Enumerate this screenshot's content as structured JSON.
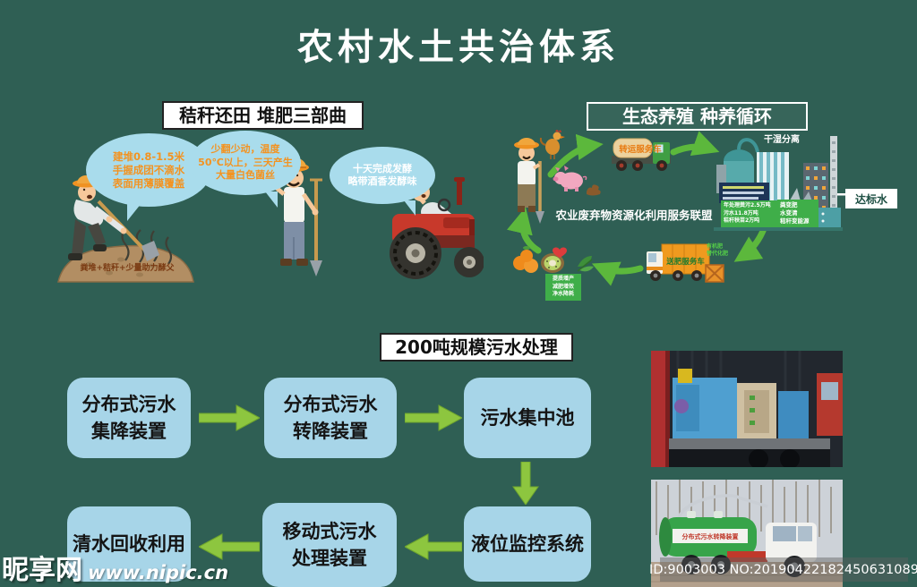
{
  "poster": {
    "title": "农村水土共治体系"
  },
  "compost_section": {
    "header": "秸秆还田 堆肥三部曲",
    "bubble1": {
      "line1": "建堆0.8-1.5米",
      "line2": "手握成团不滴水",
      "line3": "表面用薄膜覆盖"
    },
    "bubble2": {
      "line1": "少翻少动，温度",
      "line2": "50℃以上，三天产生",
      "line3": "大量白色菌丝"
    },
    "bubble3": {
      "line1": "十天完成发酵",
      "line2": "略带酒香发酵味"
    },
    "pile_label": "粪堆+秸秆+少量助力酵父"
  },
  "ecology_section": {
    "header": "生态养殖 种养循环",
    "alliance_label": "农业废弃物资源化利用服务联盟",
    "transfer_truck_label": "转运服务车",
    "fertilizer_truck_label": "送肥服务车",
    "separation_label": "干湿分离",
    "clean_water_label": "达标水",
    "capacity_box": {
      "line1": "年处理粪污2.5万吨",
      "line2": "污水11.8万吨",
      "line3": "秸秆秧苗2万吨"
    },
    "transform_box": {
      "line1": "粪变肥",
      "line2": "水变清",
      "line3": "秸秆变能源"
    },
    "crop_box": {
      "line1": "提质增产",
      "line2": "减肥增效",
      "line3": "净水降耗"
    },
    "field_note": {
      "line1": "有机肥",
      "line2": "替代化肥"
    }
  },
  "treatment_section": {
    "header": "200吨规模污水处理",
    "box1": {
      "line1": "分布式污水",
      "line2": "集降装置"
    },
    "box2": {
      "line1": "分布式污水",
      "line2": "转降装置"
    },
    "box3": {
      "line1": "污水集中池"
    },
    "box4": {
      "line1": "液位监控系统"
    },
    "box5": {
      "line1": "移动式污水",
      "line2": "处理装置"
    },
    "box6": {
      "line1": "清水回收利用"
    }
  },
  "photos": {
    "tanker_banner": "分布式污水转降装置"
  },
  "watermark": {
    "site_name": "昵享网",
    "site_url": "www.nipic.cn"
  },
  "footer_id": "ID:9003003 NO:20190422182450631089",
  "colors": {
    "background": "#2f5f54",
    "flow_box": "#a7d5e8",
    "flow_arrow": "#8dc63f",
    "cycle_arrow": "#5cb83c",
    "bubble": "#a9dcec",
    "bubble_text": "#f39321",
    "info_box_green": "#3fae49"
  }
}
